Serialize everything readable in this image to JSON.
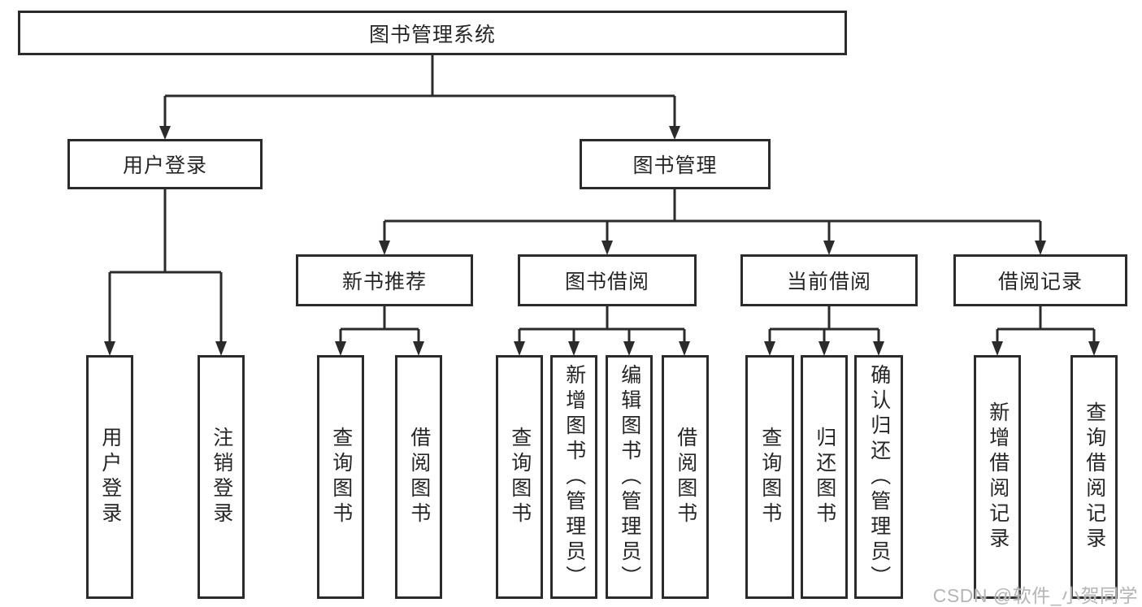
{
  "diagram": {
    "root": {
      "label": "图书管理系统"
    },
    "level2": [
      {
        "label": "用户登录"
      },
      {
        "label": "图书管理"
      }
    ],
    "level3": [
      {
        "label": "新书推荐"
      },
      {
        "label": "图书借阅"
      },
      {
        "label": "当前借阅"
      },
      {
        "label": "借阅记录"
      }
    ],
    "leaves": [
      {
        "label": "用户登录"
      },
      {
        "label": "注销登录"
      },
      {
        "label": "查询图书"
      },
      {
        "label": "借阅图书"
      },
      {
        "label": "查询图书"
      },
      {
        "label": "新增图书（管理员）"
      },
      {
        "label": "编辑图书（管理员）"
      },
      {
        "label": "借阅图书"
      },
      {
        "label": "查询图书"
      },
      {
        "label": "归还图书"
      },
      {
        "label": "确认归还（管理员）"
      },
      {
        "label": "新增借阅记录"
      },
      {
        "label": "查询借阅记录"
      }
    ],
    "colors": {
      "line": "#2b2b2b",
      "text": "#262626",
      "watermark": "#b5b5b5"
    }
  },
  "watermark": {
    "text": "CSDN @软件_小贺同学"
  }
}
